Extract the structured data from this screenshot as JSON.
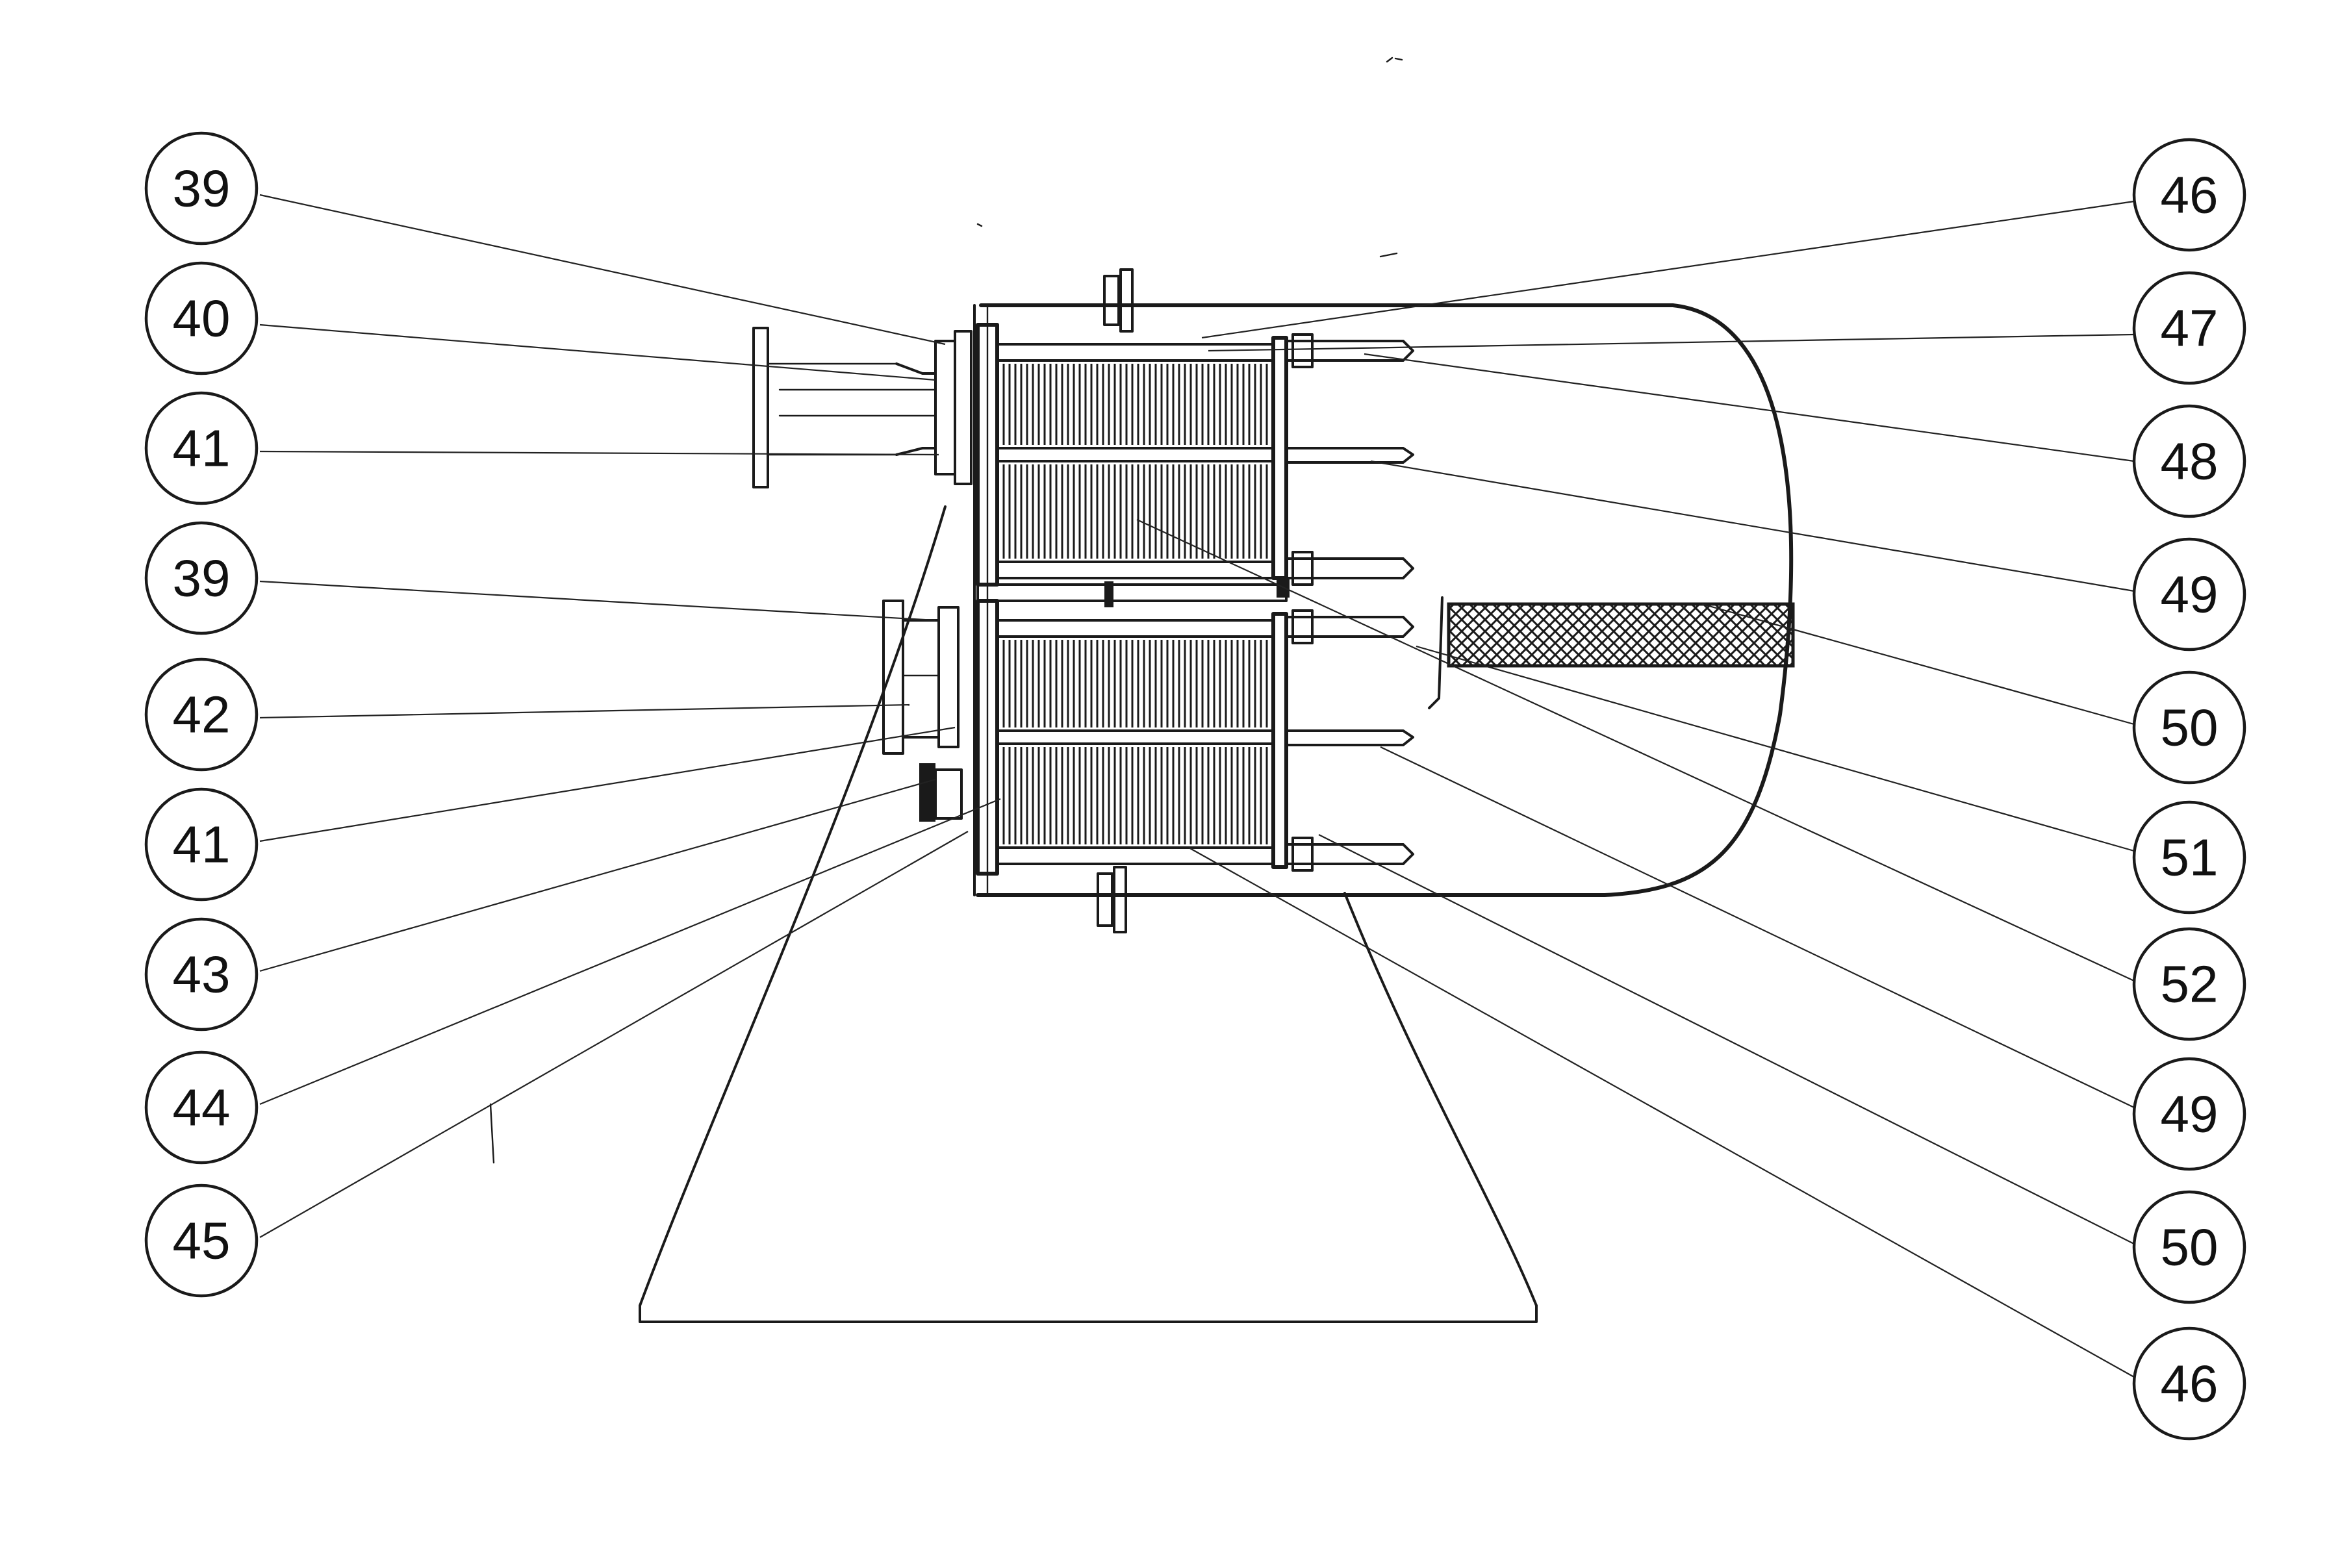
{
  "callouts": {
    "left": [
      {
        "id": "c-l1",
        "label": "39"
      },
      {
        "id": "c-l2",
        "label": "40"
      },
      {
        "id": "c-l3",
        "label": "41"
      },
      {
        "id": "c-l4",
        "label": "39"
      },
      {
        "id": "c-l5",
        "label": "42"
      },
      {
        "id": "c-l6",
        "label": "41"
      },
      {
        "id": "c-l7",
        "label": "43"
      },
      {
        "id": "c-l8",
        "label": "44"
      },
      {
        "id": "c-l9",
        "label": "45"
      }
    ],
    "right": [
      {
        "id": "c-r1",
        "label": "46"
      },
      {
        "id": "c-r2",
        "label": "47"
      },
      {
        "id": "c-r3",
        "label": "48"
      },
      {
        "id": "c-r4",
        "label": "49"
      },
      {
        "id": "c-r5",
        "label": "50"
      },
      {
        "id": "c-r6",
        "label": "51"
      },
      {
        "id": "c-r7",
        "label": "52"
      },
      {
        "id": "c-r8",
        "label": "49"
      },
      {
        "id": "c-r9",
        "label": "50"
      },
      {
        "id": "c-r10",
        "label": "46"
      }
    ]
  },
  "colors": {
    "ink": "#1a1a1a",
    "paper": "#ffffff"
  }
}
